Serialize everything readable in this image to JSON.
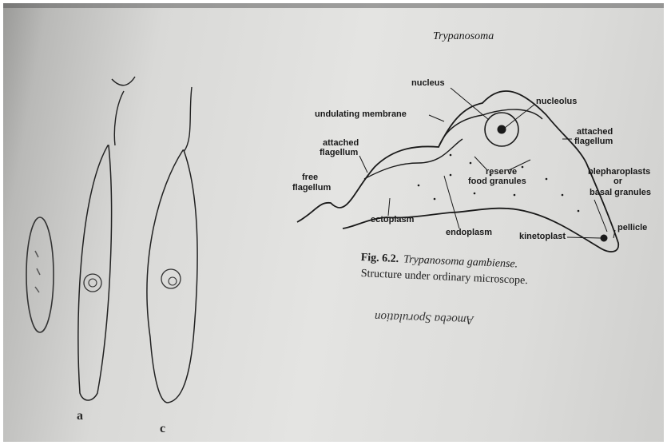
{
  "figure": {
    "title": "Trypanosoma",
    "labels": {
      "nucleus": "nucleus",
      "nucleolus": "nucleolus",
      "undulating_membrane": "undulating membrane",
      "attached_flagellum_left": [
        "attached",
        "flagellum"
      ],
      "attached_flagellum_right": [
        "attached",
        "flagellum"
      ],
      "free_flagellum": [
        "free",
        "flagellum"
      ],
      "reserve_food_granules": [
        "reserve",
        "food granules"
      ],
      "blepharoplast": [
        "blepharoplasts",
        "or",
        "basal granules"
      ],
      "pellicle": "pellicle",
      "ectoplasm": "ectoplasm",
      "endoplasm": "endoplasm",
      "kinetoplast": "kinetoplast"
    },
    "caption_number": "Fig. 6.2.",
    "caption_species": "Trypanosoma gambiense.",
    "caption_line2": "Structure under ordinary microscope.",
    "mirrored_text": "Amoeba Sporulation",
    "sub_labels": [
      "a",
      "c"
    ]
  },
  "colors": {
    "ink": "#1a1a1a",
    "paper": "#e0e0de"
  }
}
